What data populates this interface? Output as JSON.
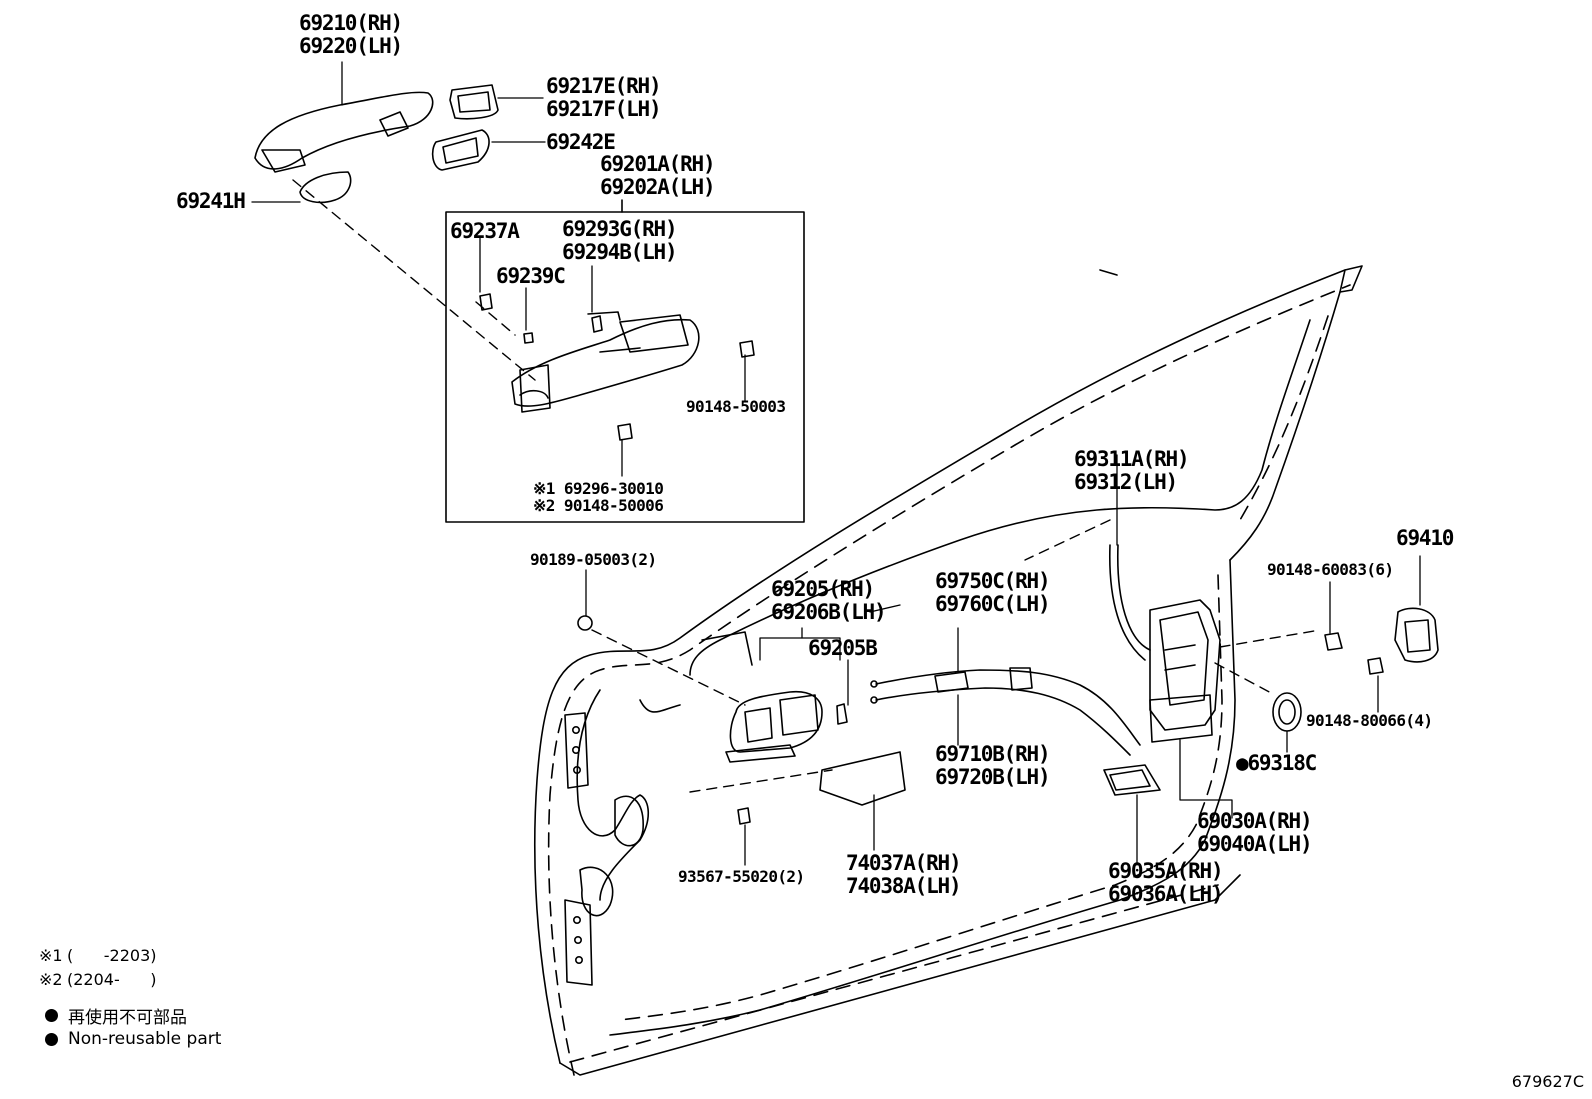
{
  "colors": {
    "line": "#000000",
    "background": "#ffffff"
  },
  "labels": {
    "handle_frame": [
      "69210(RH)",
      "69220(LH)"
    ],
    "cover_e": [
      "69217E(RH)",
      "69217F(LH)"
    ],
    "pad_e": [
      "69242E"
    ],
    "pad_h": [
      "69241H"
    ],
    "assy": [
      "69201A(RH)",
      "69202A(LH)"
    ],
    "part_a": [
      "69237A"
    ],
    "part_g": [
      "69293G(RH)",
      "69294B(LH)"
    ],
    "part_c": [
      "69239C"
    ],
    "screw_003": [
      "90148-50003"
    ],
    "screw_pair": [
      "※1 69296-30010",
      "※2 90148-50006"
    ],
    "rod": [
      "69311A(RH)",
      "69312(LH)"
    ],
    "nut": [
      "90189-05003(2)"
    ],
    "inside_handle": [
      "69205(RH)",
      "69206B(LH)"
    ],
    "cable_upper": [
      "69750C(RH)",
      "69760C(LH)"
    ],
    "clip": [
      "69205B"
    ],
    "cable_lower": [
      "69710B(RH)",
      "69720B(LH)"
    ],
    "striker": [
      "69410"
    ],
    "screw_60083": [
      "90148-60083(6)"
    ],
    "screw_80066": [
      "90148-80066(4)"
    ],
    "seal": [
      "●69318C"
    ],
    "lock_assy": [
      "69030A(RH)",
      "69040A(LH)"
    ],
    "tapping": [
      "93567-55020(2)"
    ],
    "pad_74": [
      "74037A(RH)",
      "74038A(LH)"
    ],
    "cover_69035": [
      "69035A(RH)",
      "69036A(LH)"
    ]
  },
  "legend": {
    "note1": {
      "mark": "※1",
      "text": "(      -2203)"
    },
    "note2": {
      "mark": "※2",
      "text": "(2204-      )"
    },
    "jp": "再使用不可部品",
    "en": "Non-reusable part"
  },
  "diagram_code": "679627C"
}
